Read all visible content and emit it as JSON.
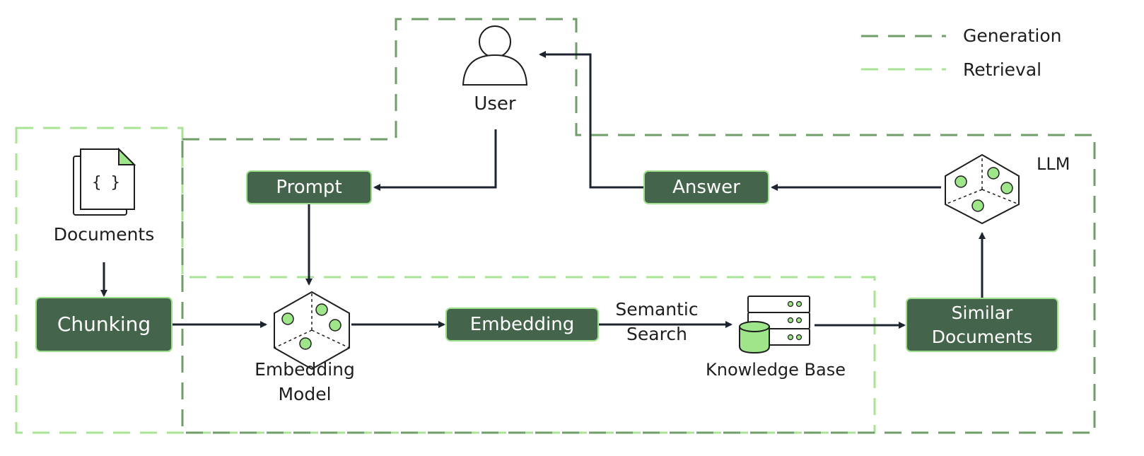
{
  "legend": {
    "generation_label": "Generation",
    "retrieval_label": "Retrieval"
  },
  "labels": {
    "user": "User",
    "documents": "Documents",
    "documents_glyph": "{ }",
    "llm": "LLM",
    "embedding_model_line1": "Embedding",
    "embedding_model_line2": "Model",
    "semantic_search_line1": "Semantic",
    "semantic_search_line2": "Search",
    "knowledge_base": "Knowledge Base"
  },
  "nodes": {
    "prompt": "Prompt",
    "answer": "Answer",
    "chunking": "Chunking",
    "embedding": "Embedding",
    "similar_documents_line1": "Similar",
    "similar_documents_line2": "Documents"
  },
  "colors": {
    "generation": "#6f9e68",
    "retrieval": "#a8e396",
    "node_fill": "#44654b",
    "node_border": "#9de08b",
    "arrow": "#1c2430",
    "dot_fill": "#9fe58a"
  }
}
